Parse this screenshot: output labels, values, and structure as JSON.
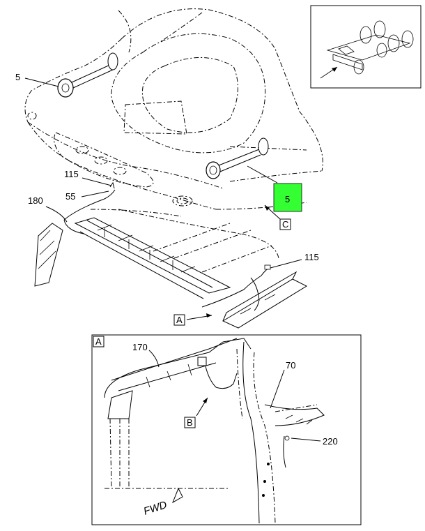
{
  "callouts": {
    "c5_left": "5",
    "c5_right": "5",
    "c115_top": "115",
    "c55": "55",
    "c180": "180",
    "c115_right": "115",
    "c170": "170",
    "c70": "70",
    "c220": "220"
  },
  "view_labels": {
    "a_main": "A",
    "a_detail": "A",
    "b_detail": "B",
    "c_main": "C"
  },
  "fwd_text": "FWD",
  "colors": {
    "highlight": "#33ff33",
    "stroke": "#000000"
  }
}
